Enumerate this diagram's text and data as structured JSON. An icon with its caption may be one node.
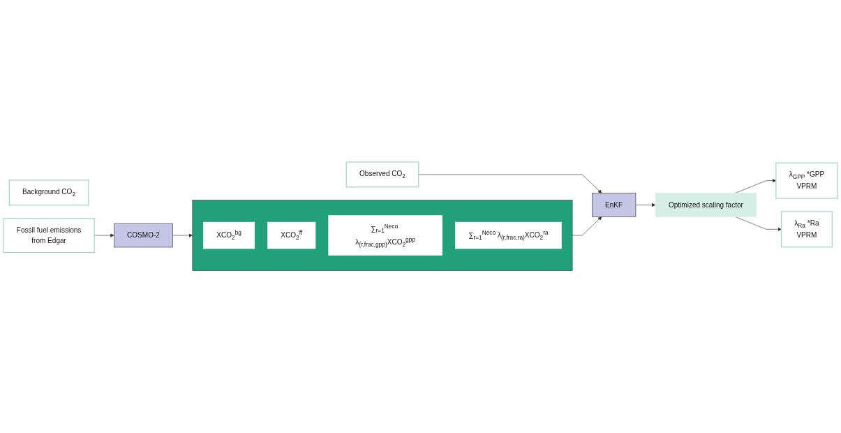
{
  "diagram": {
    "nodes": [
      {
        "text": [
          "Background CO$_{2}$"
        ]
      },
      {
        "text": [
          "Fossil fuel emissions",
          "from Edgar"
        ]
      },
      {
        "text": [
          "λ$_{GPP}$ *GPP",
          "VPRM"
        ]
      },
      {
        "text": [
          "λ$_{Ra}$ *Ra",
          "VPRM"
        ]
      },
      {
        "text": [
          "COSMO-2"
        ]
      },
      {
        "text": [],
        "shape": "box"
      },
      {
        "text": [
          "XCO$_{2}$$^{bg}$"
        ],
        "in": 5
      },
      {
        "text": [
          "XCO$_{2}$$^{ff}$"
        ],
        "in": 5
      },
      {
        "text": [
          "∑$_{r=1}$$^{Neco}$ λ$_{(r,frac,gpp)}$XCO$_{2}$$^{gpp}$"
        ],
        "in": 5
      },
      {
        "text": [
          "∑$_{r=1}$$^{Neco}$ λ$_{(r,frac,ra)}$XCO$_{2}$$^{ra}$"
        ],
        "in": 5
      },
      {
        "text": [
          "EnKF"
        ]
      },
      {
        "text": [
          "Optimized scaling factor"
        ]
      },
      {
        "text": [
          "Observed CO$_{2}$"
        ]
      }
    ],
    "edges": [
      {
        "from": 1,
        "to": 4,
        "arrow": "to"
      },
      {
        "from": 4,
        "to": 5,
        "arrow": "to"
      },
      {
        "from": 5,
        "to": 10,
        "arrow": "to"
      },
      {
        "from": 10,
        "to": 11,
        "arrow": "to"
      },
      {
        "from": 12,
        "to": 10,
        "arrow": "to"
      },
      {
        "from": 11,
        "to": 2,
        "arrow": "to"
      },
      {
        "from": 11,
        "to": 3,
        "arrow": "to"
      }
    ]
  }
}
